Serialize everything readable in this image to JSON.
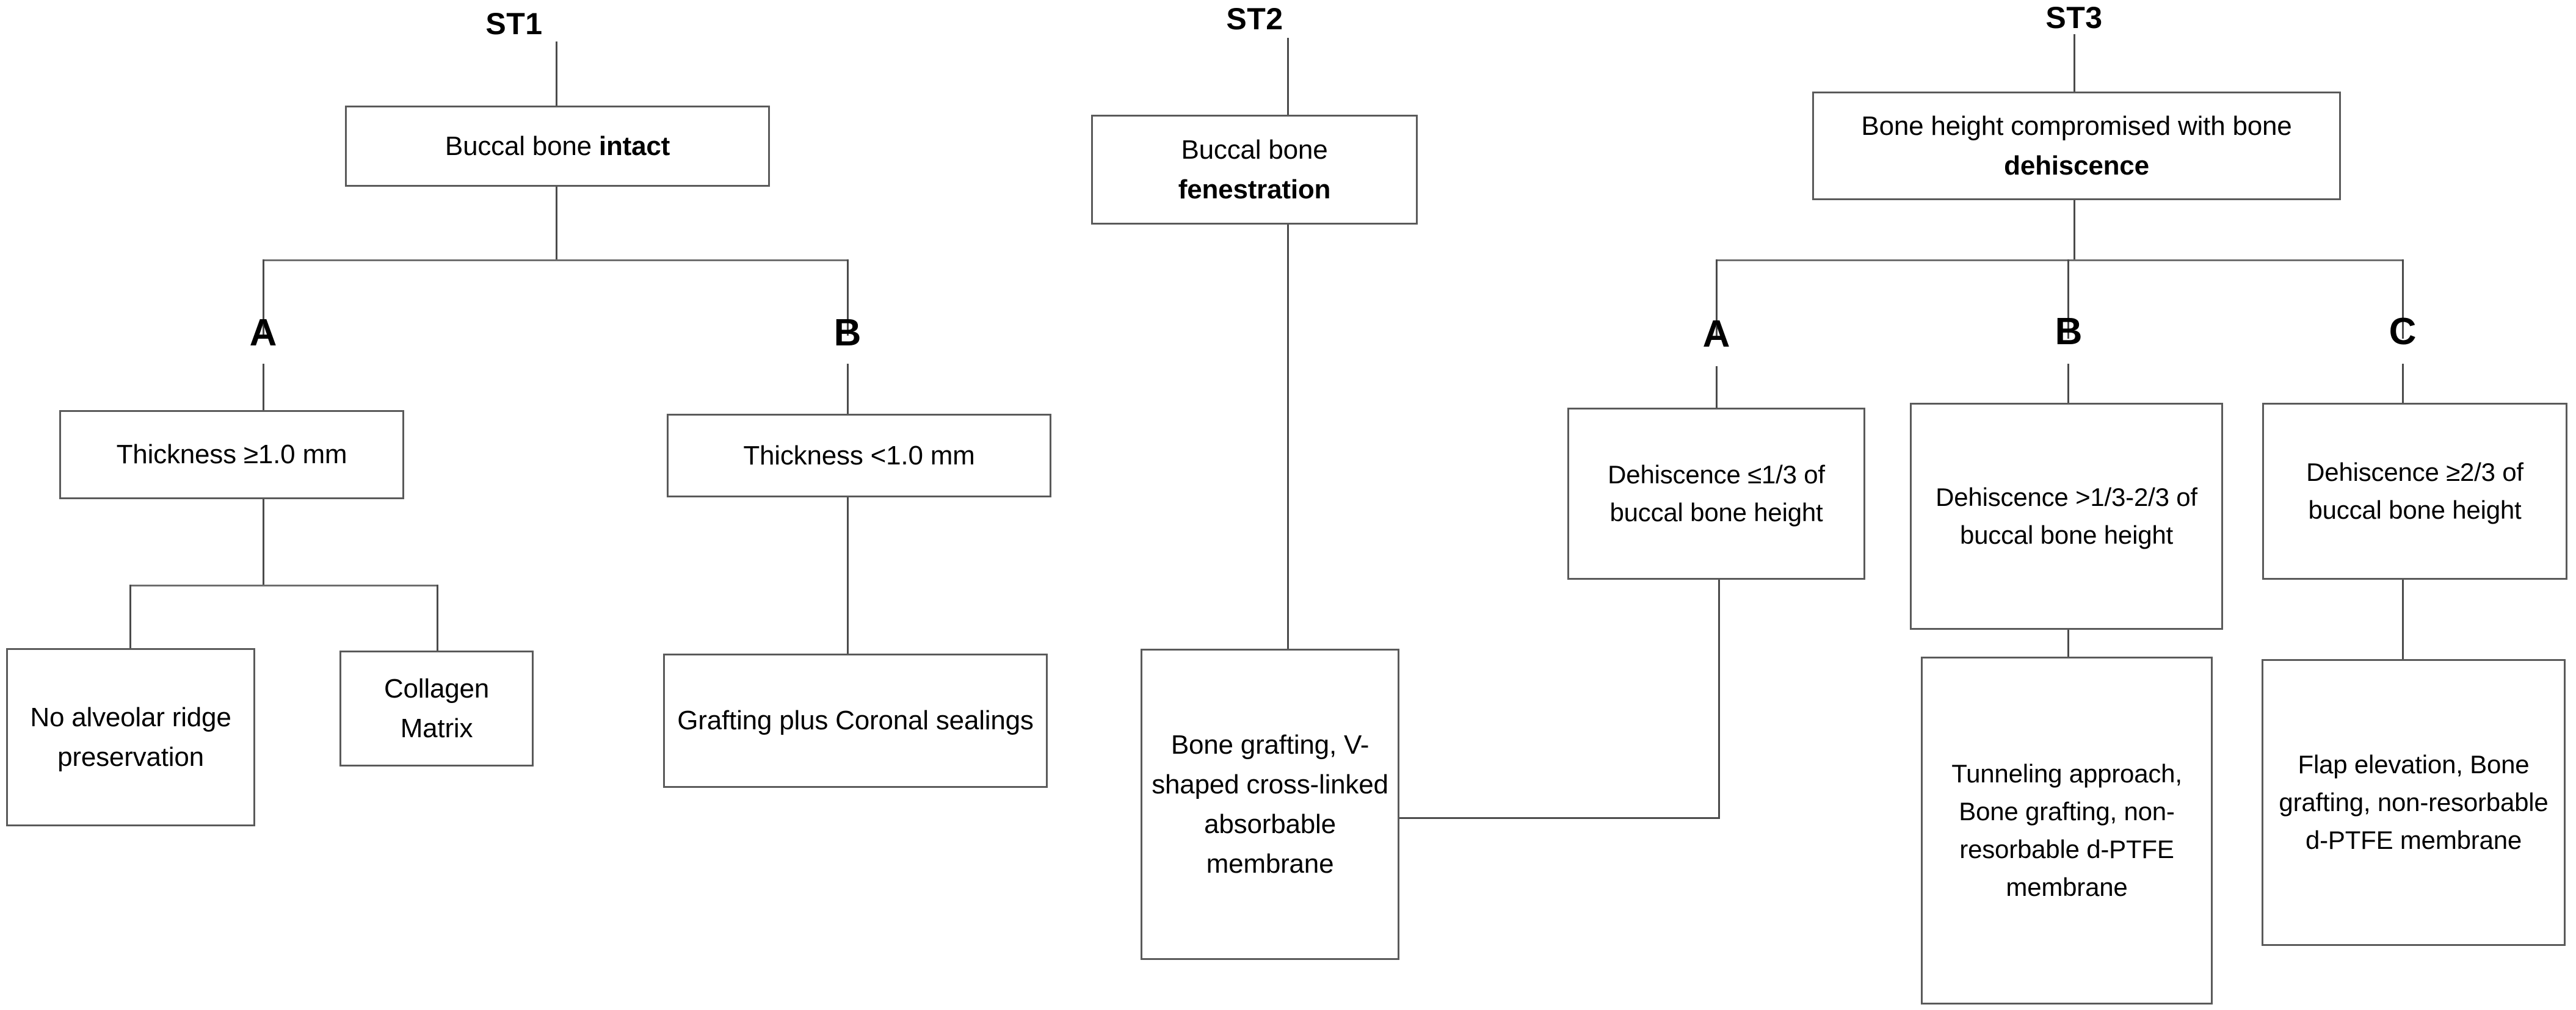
{
  "diagram": {
    "title_ids": [
      "ST1",
      "ST2",
      "ST3"
    ],
    "branch_letters": {
      "st1_a": "A",
      "st1_b": "B",
      "st3_a": "A",
      "st3_b": "B",
      "st3_c": "C"
    }
  },
  "st1": {
    "title": "ST1",
    "root": {
      "plain": "Buccal bone ",
      "bold": "intact"
    },
    "branch_a_letter": "A",
    "branch_b_letter": "B",
    "a_condition": "Thickness ≥1.0 mm",
    "b_condition": "Thickness <1.0 mm",
    "a_outcome_1": "No alveolar ridge preservation",
    "a_outcome_2": "Collagen Matrix",
    "b_outcome": "Grafting plus Coronal sealings"
  },
  "st2": {
    "title": "ST2",
    "root": {
      "plain": "Buccal bone",
      "bold": "fenestration"
    },
    "outcome": "Bone grafting, V-shaped cross-linked absorbable membrane"
  },
  "st3": {
    "title": "ST3",
    "root": {
      "plain": "Bone height compromised with bone ",
      "bold": "dehiscence"
    },
    "branch_a_letter": "A",
    "branch_b_letter": "B",
    "branch_c_letter": "C",
    "a_condition": "Dehiscence ≤1/3 of buccal bone height",
    "b_condition": "Dehiscence >1/3-2/3 of buccal bone height",
    "c_condition": "Dehiscence ≥2/3 of buccal bone height",
    "b_outcome": "Tunneling approach, Bone grafting, non-resorbable d-PTFE membrane",
    "c_outcome": "Flap elevation, Bone grafting, non-resorbable d-PTFE membrane"
  },
  "colors": {
    "box_border": "#5a5a5a",
    "connector": "#4a4a4a",
    "background": "#ffffff",
    "text": "#000000"
  }
}
